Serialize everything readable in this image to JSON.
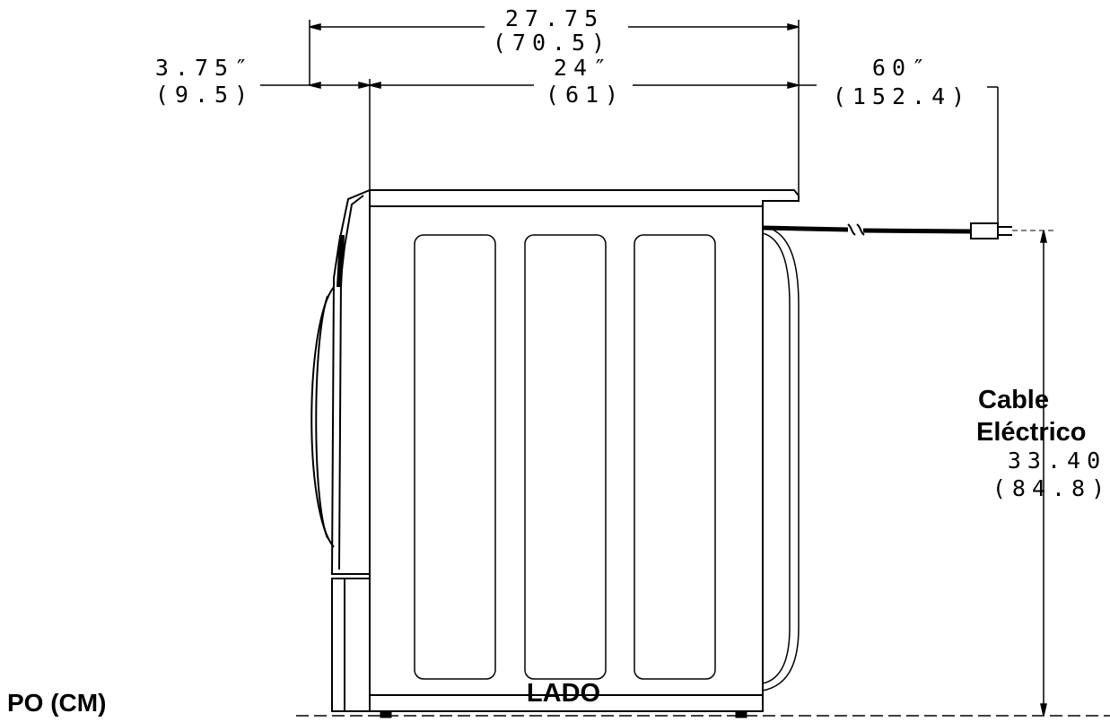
{
  "dimensions": {
    "overall_depth": {
      "inches": "27.75",
      "cm": "(70.5)"
    },
    "door_depth": {
      "inches": "3.75″",
      "cm": "(9.5)"
    },
    "cabinet_depth": {
      "inches": "24″",
      "cm": "(61)"
    },
    "cord_length": {
      "inches": "60″",
      "cm": "(152.4)"
    },
    "cord_height": {
      "inches": "33.40",
      "cm": "(84.8)"
    }
  },
  "labels": {
    "cord_label_line1": "Cable",
    "cord_label_line2": "Eléctrico",
    "view_label": "LADO",
    "units_label": "PO (CM)"
  },
  "colors": {
    "line": "#000000",
    "background": "#ffffff"
  }
}
